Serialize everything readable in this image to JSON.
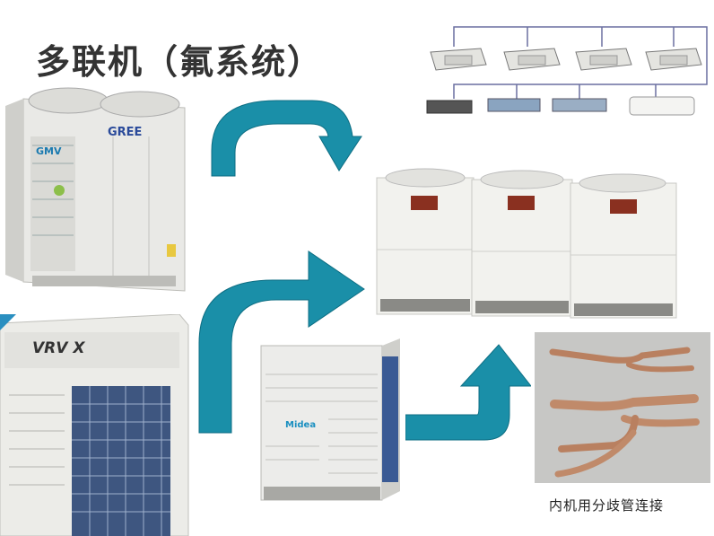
{
  "title": "多联机（氟系统）",
  "caption": "内机用分歧管连接",
  "brands": {
    "top_left": "GREE",
    "top_left_badge": "GMV",
    "bottom_left": "VRV X",
    "center": "Midea"
  },
  "colors": {
    "arrow": "#1a8fa8",
    "arrow_dark": "#0e6e83",
    "unit_body": "#eeeeea",
    "pipe": "#6a6fa0"
  },
  "icons": [
    "curved-arrow",
    "indoor-cassette-unit",
    "duct-unit",
    "wall-unit",
    "outdoor-unit",
    "branch-pipe"
  ]
}
